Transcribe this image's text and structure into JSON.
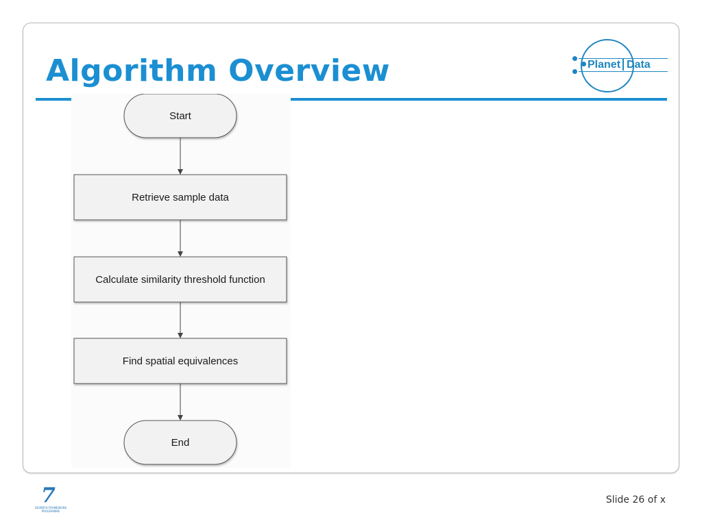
{
  "slide": {
    "title": "Algorithm Overview",
    "number_text": "Slide 26 of x"
  },
  "logo": {
    "word1": "Planet",
    "word2": "Data",
    "color": "#1d86bf"
  },
  "footer_logo": {
    "mark": "7",
    "caption_line1": "SEVENTH FRAMEWORK",
    "caption_line2": "PROGRAMME"
  },
  "colors": {
    "accent": "#1b8fd2",
    "node_fill": "#f2f2f2",
    "node_stroke": "#555555",
    "arrow": "#444444"
  },
  "flowchart": {
    "nodes": [
      {
        "id": "start",
        "shape": "terminal",
        "label": "Start"
      },
      {
        "id": "retrieve",
        "shape": "process",
        "label": "Retrieve sample data"
      },
      {
        "id": "calculate",
        "shape": "process",
        "label": "Calculate similarity threshold function"
      },
      {
        "id": "find",
        "shape": "process",
        "label": "Find spatial equivalences"
      },
      {
        "id": "end",
        "shape": "terminal",
        "label": "End"
      }
    ],
    "edges": [
      {
        "from": "start",
        "to": "retrieve"
      },
      {
        "from": "retrieve",
        "to": "calculate"
      },
      {
        "from": "calculate",
        "to": "find"
      },
      {
        "from": "find",
        "to": "end"
      }
    ]
  }
}
